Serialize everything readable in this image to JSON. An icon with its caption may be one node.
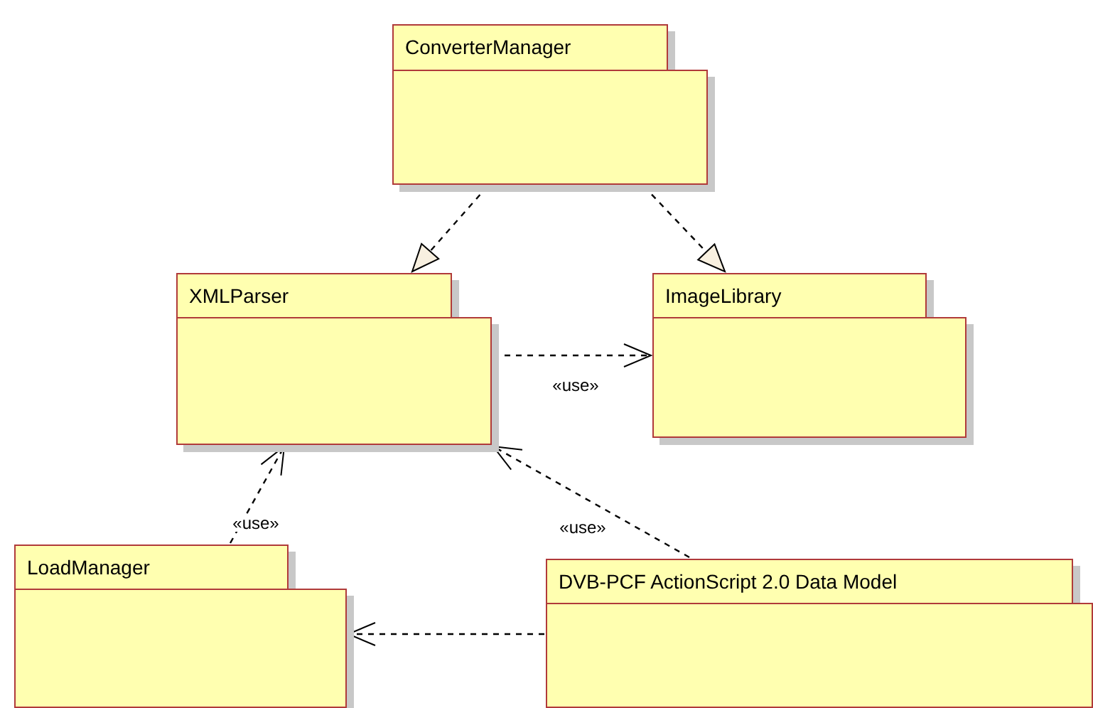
{
  "diagram": {
    "nodes": [
      {
        "text": [
          "ConverterManager"
        ]
      },
      {
        "text": [
          "XMLParser"
        ]
      },
      {
        "text": [
          "ImageLibrary"
        ]
      },
      {
        "text": [
          "LoadManager"
        ]
      },
      {
        "text": [
          "DVB-PCF ActionScript 2.0 Data Model"
        ]
      }
    ],
    "edges": [
      {
        "from": 0,
        "to": 1,
        "arrow": "to",
        "style": "dashed"
      },
      {
        "from": 0,
        "to": 2,
        "arrow": "to",
        "style": "dashed"
      },
      {
        "from": 1,
        "to": 2,
        "arrow": "to",
        "style": "dashed",
        "label": "«use»"
      },
      {
        "from": 3,
        "to": 1,
        "arrow": "to",
        "style": "dashed",
        "label": "«use»"
      },
      {
        "from": 4,
        "to": 1,
        "arrow": "to",
        "style": "dashed",
        "label": "«use»"
      },
      {
        "from": 4,
        "to": 3,
        "arrow": "to",
        "style": "dashed"
      }
    ]
  }
}
